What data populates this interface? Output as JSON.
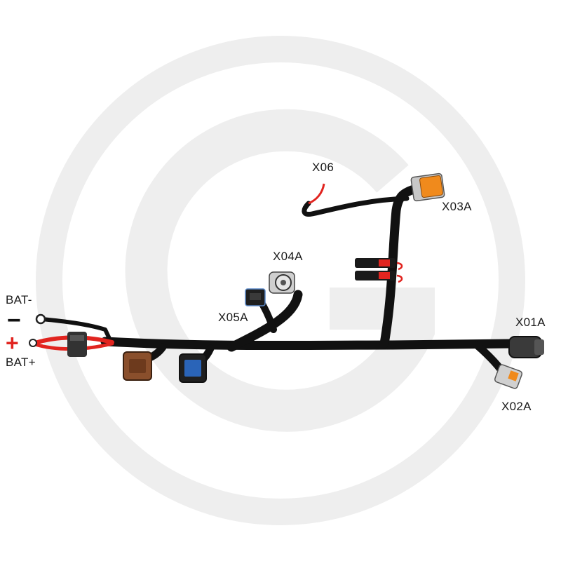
{
  "watermark": {
    "icon": "g-logo-watermark",
    "color": "#eeeeee"
  },
  "colors": {
    "cable": "#111111",
    "positive": "#e1241f",
    "negative": "#111111",
    "connector_orange": "#f08a1c",
    "connector_blue": "#2a64b8",
    "connector_brown": "#8a4f2c",
    "connector_grey": "#c8c8c8"
  },
  "battery": {
    "negative_label": "BAT-",
    "negative_symbol": "−",
    "positive_symbol": "+",
    "positive_label": "BAT+"
  },
  "connectors": {
    "x06": "X06",
    "x03a": "X03A",
    "x04a": "X04A",
    "x05a": "X05A",
    "x01a": "X01A",
    "x02a": "X02A"
  }
}
